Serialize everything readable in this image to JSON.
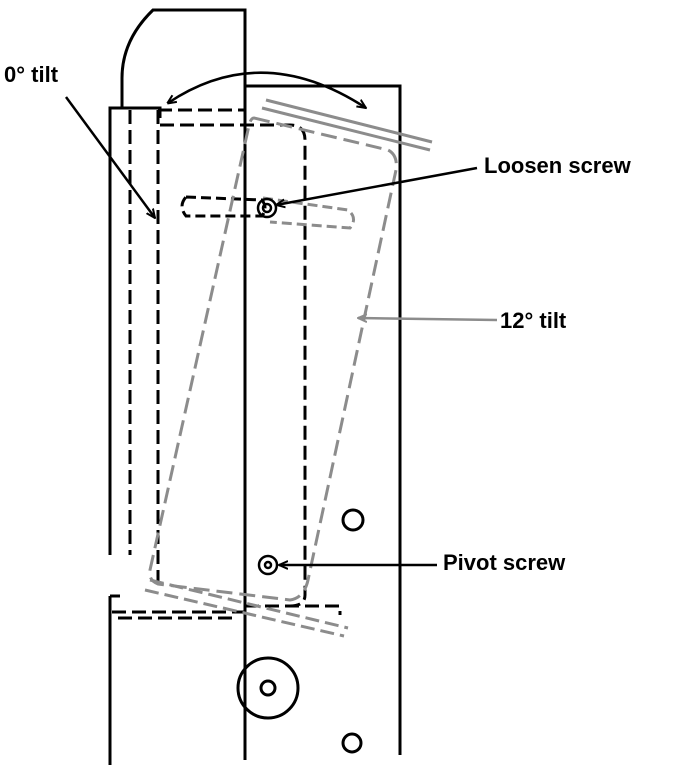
{
  "labels": {
    "zero_tilt": "0° tilt",
    "loosen_screw": "Loosen screw",
    "twelve_tilt": "12° tilt",
    "pivot_screw": "Pivot screw"
  },
  "colors": {
    "outline": "#000000",
    "tilted": "#8c8c8c",
    "background": "#ffffff"
  }
}
